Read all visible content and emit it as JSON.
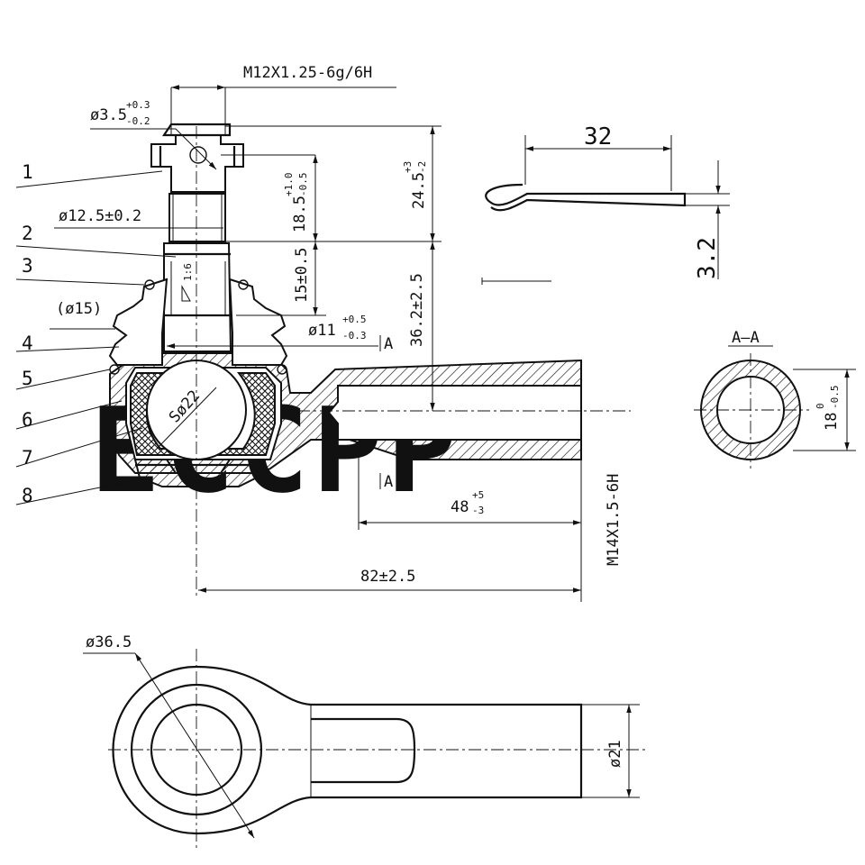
{
  "watermark": "ECCPP",
  "callouts": [
    "1",
    "2",
    "3",
    "4",
    "5",
    "6",
    "7",
    "8"
  ],
  "dimensions": {
    "thread_top": "M12X1.25-6g/6H",
    "hole_dia_main": "ø3.5",
    "hole_dia_tol_upper": "+0.3",
    "hole_dia_tol_lower": "-0.2",
    "stud_dia": "ø12.5±0.2",
    "boot_dia": "(ø15)",
    "ball_dia": "Sø22",
    "dim_18_5_main": "18.5",
    "dim_18_5_upper": "+1.0",
    "dim_18_5_lower": "-0.5",
    "dim_24_5_main": "24.5",
    "dim_24_5_upper": "+3",
    "dim_24_5_lower": "-2",
    "dim_15": "15±0.5",
    "dim_36_2": "36.2±2.5",
    "dim_11_main": "ø11",
    "dim_11_upper": "+0.5",
    "dim_11_lower": "-0.3",
    "taper": "1:6",
    "section_mark": "A",
    "section_title": "A–A",
    "dim_18_main": "18",
    "dim_18_upper": "0",
    "dim_18_lower": "-0.5",
    "thread_side": "M14X1.5-6H",
    "dim_48_main": "48",
    "dim_48_upper": "+5",
    "dim_48_lower": "-3",
    "dim_82": "82±2.5",
    "pin_length": "32",
    "pin_thick": "3.2",
    "bottom_dia": "ø36.5",
    "bottom_shank": "ø21"
  }
}
